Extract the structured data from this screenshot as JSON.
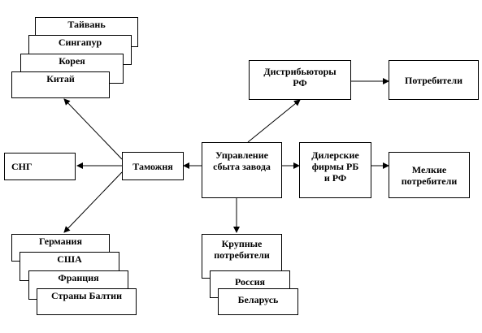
{
  "asia_stack": [
    "Тайвань",
    "Сингапур",
    "Корея",
    "Китай"
  ],
  "cis": "СНГ",
  "customs": "Таможня",
  "europe_stack": [
    "Германия",
    "США",
    "Франция",
    "Страны Балтии"
  ],
  "sales_dept": "Управление\nсбыта завода",
  "distributors": "Дистрибьюторы\nРФ",
  "consumers": "Потребители",
  "dealers": "Дилерские\nфирмы РБ\nи РФ",
  "small_consumers": "Мелкие\nпотребители",
  "large_consumers": "Крупные\nпотребители",
  "large_stack": [
    "Россия",
    "Беларусь"
  ]
}
